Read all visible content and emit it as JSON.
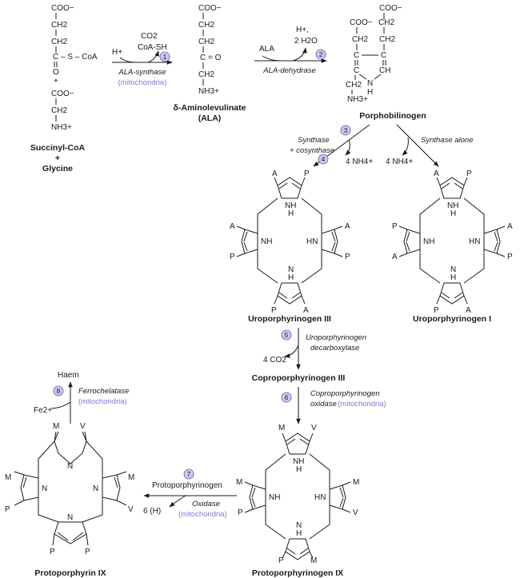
{
  "structures": {
    "succinyl_coa": [
      "COO−",
      "CH2",
      "CH2",
      "C – S – CoA",
      "O"
    ],
    "glycine": [
      "COO−",
      "CH2",
      "NH3+"
    ],
    "ala_struct": [
      "COO−",
      "CH2",
      "CH2",
      "C = O",
      "CH2",
      "NH3+"
    ],
    "pbg_struct": [
      "COO−",
      "CH2",
      "COO−",
      "CH2",
      "CH2",
      "C",
      "C",
      "C",
      "CH",
      "N",
      "H",
      "CH2",
      "NH3+"
    ]
  },
  "names": {
    "succinyl": "Succinyl-CoA",
    "plus": "+",
    "glycine": "Glycine",
    "ala": "δ-Aminolevulinate",
    "ala_abbr": "(ALA)",
    "pbg": "Porphobilinogen",
    "uro3": "Uroporphyrinogen III",
    "uro1": "Uroporphyrinogen I",
    "copro3": "Coproporphyrinogen III",
    "proto_gen": "Protoporphyrinogen IX",
    "proto": "Protoporphyrin IX",
    "haem": "Haem"
  },
  "steps": {
    "s1": {
      "num": "1",
      "in": "H+",
      "out1": "CO2",
      "out2": "CoA-SH",
      "enzyme": "ALA-synthase",
      "location": "(mitochondria)"
    },
    "s2": {
      "num": "2",
      "in": "ALA",
      "out1": "H+,",
      "out2": "2 H2O",
      "enzyme": "ALA-dehydrase"
    },
    "s3": {
      "num": "3",
      "num2": "4",
      "enzyme_a": "Synthase",
      "enzyme_b": "+ cosynthase",
      "out": "4 NH4+",
      "alt_enzyme": "Synthase alone",
      "alt_out": "4 NH4+"
    },
    "s5": {
      "num": "5",
      "out": "4 CO2",
      "enzyme1": "Uroporphyrinogen",
      "enzyme2": "decarboxylase"
    },
    "s6": {
      "num": "6",
      "enzyme1": "Coproporphyrinogen",
      "enzyme2": "oxidase",
      "location": "(mitochondria)"
    },
    "s7": {
      "num": "7",
      "enzyme1": "Protoporphyrinogen",
      "enzyme2": "Oxidase",
      "location": "(mitochondria)",
      "out": "6 (H)"
    },
    "s8": {
      "num": "8",
      "in": "Fe2+",
      "enzyme": "Ferrochelatase",
      "location": "(mitochondria)"
    }
  },
  "rings": {
    "uro3": {
      "a_top_left": "A",
      "p_top_right": "P",
      "a_left_top": "A",
      "p_left_bot": "P",
      "a_right_top": "A",
      "p_right_bot": "P",
      "p_bot_left": "P",
      "a_bot_right": "A"
    },
    "uro1": {
      "a_top_left": "A",
      "p_top_right": "P",
      "p_left_top": "P",
      "a_left_bot": "A",
      "a_right_top": "A",
      "p_right_bot": "P",
      "p_bot_left": "P",
      "a_bot_right": "A"
    },
    "protogen": {
      "m_top": "M",
      "v_top": "V",
      "m_left_top": "M",
      "p_left_bot": "P",
      "m_right_top": "M",
      "v_right_bot": "V",
      "p_bot_left": "P",
      "m_bot_right": "M"
    },
    "proto": {
      "m_top": "M",
      "v_top": "V",
      "m_left_top": "M",
      "p_left_bot": "P",
      "m_right_top": "M",
      "v_right_bot": "V",
      "p_bot_left": "P",
      "p_bot_right": "P"
    }
  },
  "nh": {
    "nh": "NH",
    "hn": "HN",
    "n": "N",
    "h": "H"
  },
  "colors": {
    "badge_fill": "#c9c9f0",
    "mitochondria_text": "#7a7ad6"
  }
}
